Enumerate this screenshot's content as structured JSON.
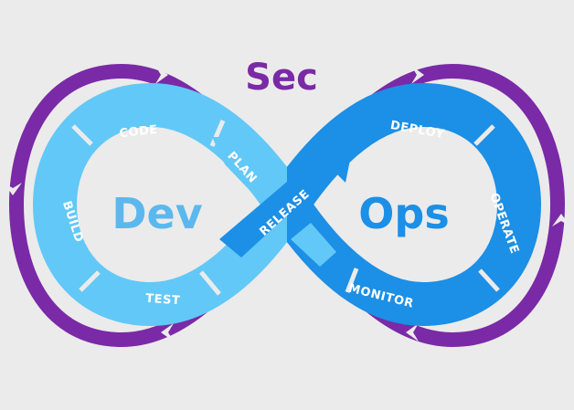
{
  "title": "Sec",
  "left_word": "Dev",
  "right_word": "Ops",
  "stages": {
    "plan": "PLAN",
    "code": "CODE",
    "build": "BUILD",
    "test": "TEST",
    "release": "RELEASE",
    "deploy": "DEPLOY",
    "operate": "OPERATE",
    "monitor": "MONITOR"
  },
  "colors": {
    "background": "#ebebeb",
    "sec_purple": "#7a2aa6",
    "dev_light_blue": "#62c8f7",
    "dev_text": "#5bb8ee",
    "ops_blue": "#1c8fe6",
    "ops_text": "#1c8fe6",
    "white": "#ffffff"
  }
}
